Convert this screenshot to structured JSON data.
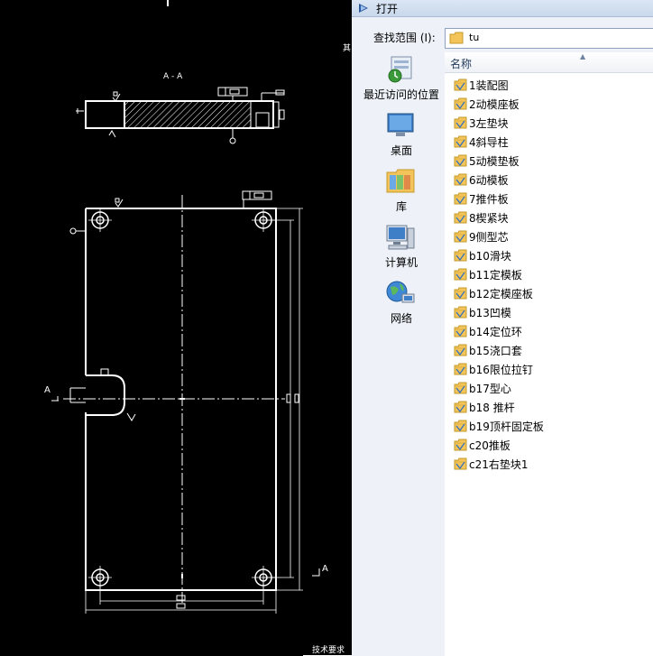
{
  "cad": {
    "section_label": "A - A",
    "left_section_label": "A",
    "right_section_label": "A",
    "cut_text": "技术要求",
    "edge_glyph": "其"
  },
  "dialog": {
    "title": "打开",
    "look_in_label": "查找范围 (I):",
    "look_in_value": "tu",
    "places": [
      {
        "label": "最近访问的位置",
        "icon": "recent-places-icon"
      },
      {
        "label": "桌面",
        "icon": "desktop-icon"
      },
      {
        "label": "库",
        "icon": "libraries-icon"
      },
      {
        "label": "计算机",
        "icon": "computer-icon"
      },
      {
        "label": "网络",
        "icon": "network-icon"
      }
    ],
    "list_header": "名称",
    "files": [
      "1装配图",
      "2动模座板",
      "3左垫块",
      "4斜导柱",
      "5动模垫板",
      "6动模板",
      "7推件板",
      "8楔紧块",
      "9侧型芯",
      "b10滑块",
      "b11定模板",
      "b12定模座板",
      "b13凹模",
      "b14定位环",
      "b15浇口套",
      "b16限位拉钉",
      "b17型心",
      "b18 推杆",
      "b19顶杆固定板",
      "c20推板",
      "c21右垫块1"
    ]
  },
  "colors": {
    "cad_background": "#000000",
    "cad_lines": "#ffffff",
    "dialog_background": "#eef2f8",
    "list_background": "#ffffff"
  }
}
